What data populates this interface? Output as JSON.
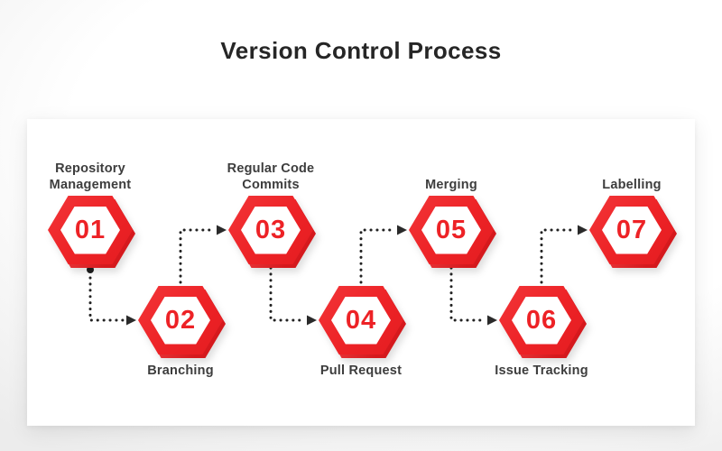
{
  "title": "Version Control Process",
  "colors": {
    "accent_red": "#ED2226",
    "accent_red_dark": "#D5191D",
    "accent_red_light": "#F4484B",
    "title_text": "#262626",
    "label_text": "#3D3D3D",
    "connector": "#222222",
    "card_bg": "#FFFFFF",
    "page_bg": "#ECECEC"
  },
  "steps": [
    {
      "number": "01",
      "label": "Repository Management"
    },
    {
      "number": "02",
      "label": "Branching"
    },
    {
      "number": "03",
      "label": "Regular Code Commits"
    },
    {
      "number": "04",
      "label": "Pull Request"
    },
    {
      "number": "05",
      "label": "Merging"
    },
    {
      "number": "06",
      "label": "Issue Tracking"
    },
    {
      "number": "07",
      "label": "Labelling"
    }
  ]
}
